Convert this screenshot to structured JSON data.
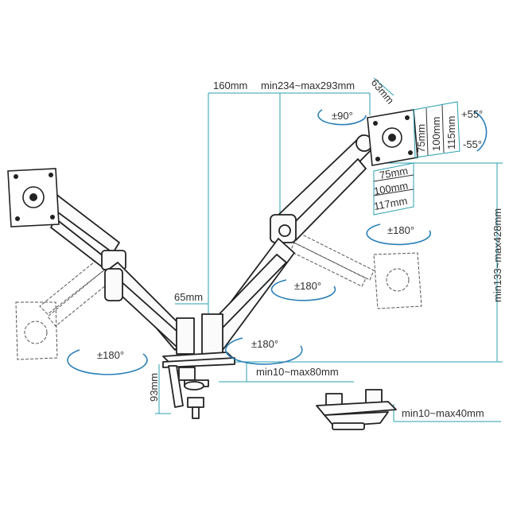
{
  "dimensions": {
    "width_160": "160mm",
    "reach": "min234~max293mm",
    "offset_63": "63mm",
    "height_range": "min133~max428mm",
    "column_65": "65mm",
    "clamp_93": "93mm",
    "clamp_range": "min10~max80mm",
    "grommet_range": "min10~max40mm",
    "vesa_75h": "75mm",
    "vesa_100h": "100mm",
    "vesa_117h": "117mm",
    "vesa_75v": "75mm",
    "vesa_100v": "100mm",
    "vesa_115v": "115mm"
  },
  "rotations": {
    "rotate_screen": "±90°",
    "tilt_up": "+55°",
    "tilt_down": "-55°",
    "swivel_top": "±180°",
    "swivel_mid": "±180°",
    "swivel_base": "±180°",
    "swivel_left": "±180°"
  }
}
